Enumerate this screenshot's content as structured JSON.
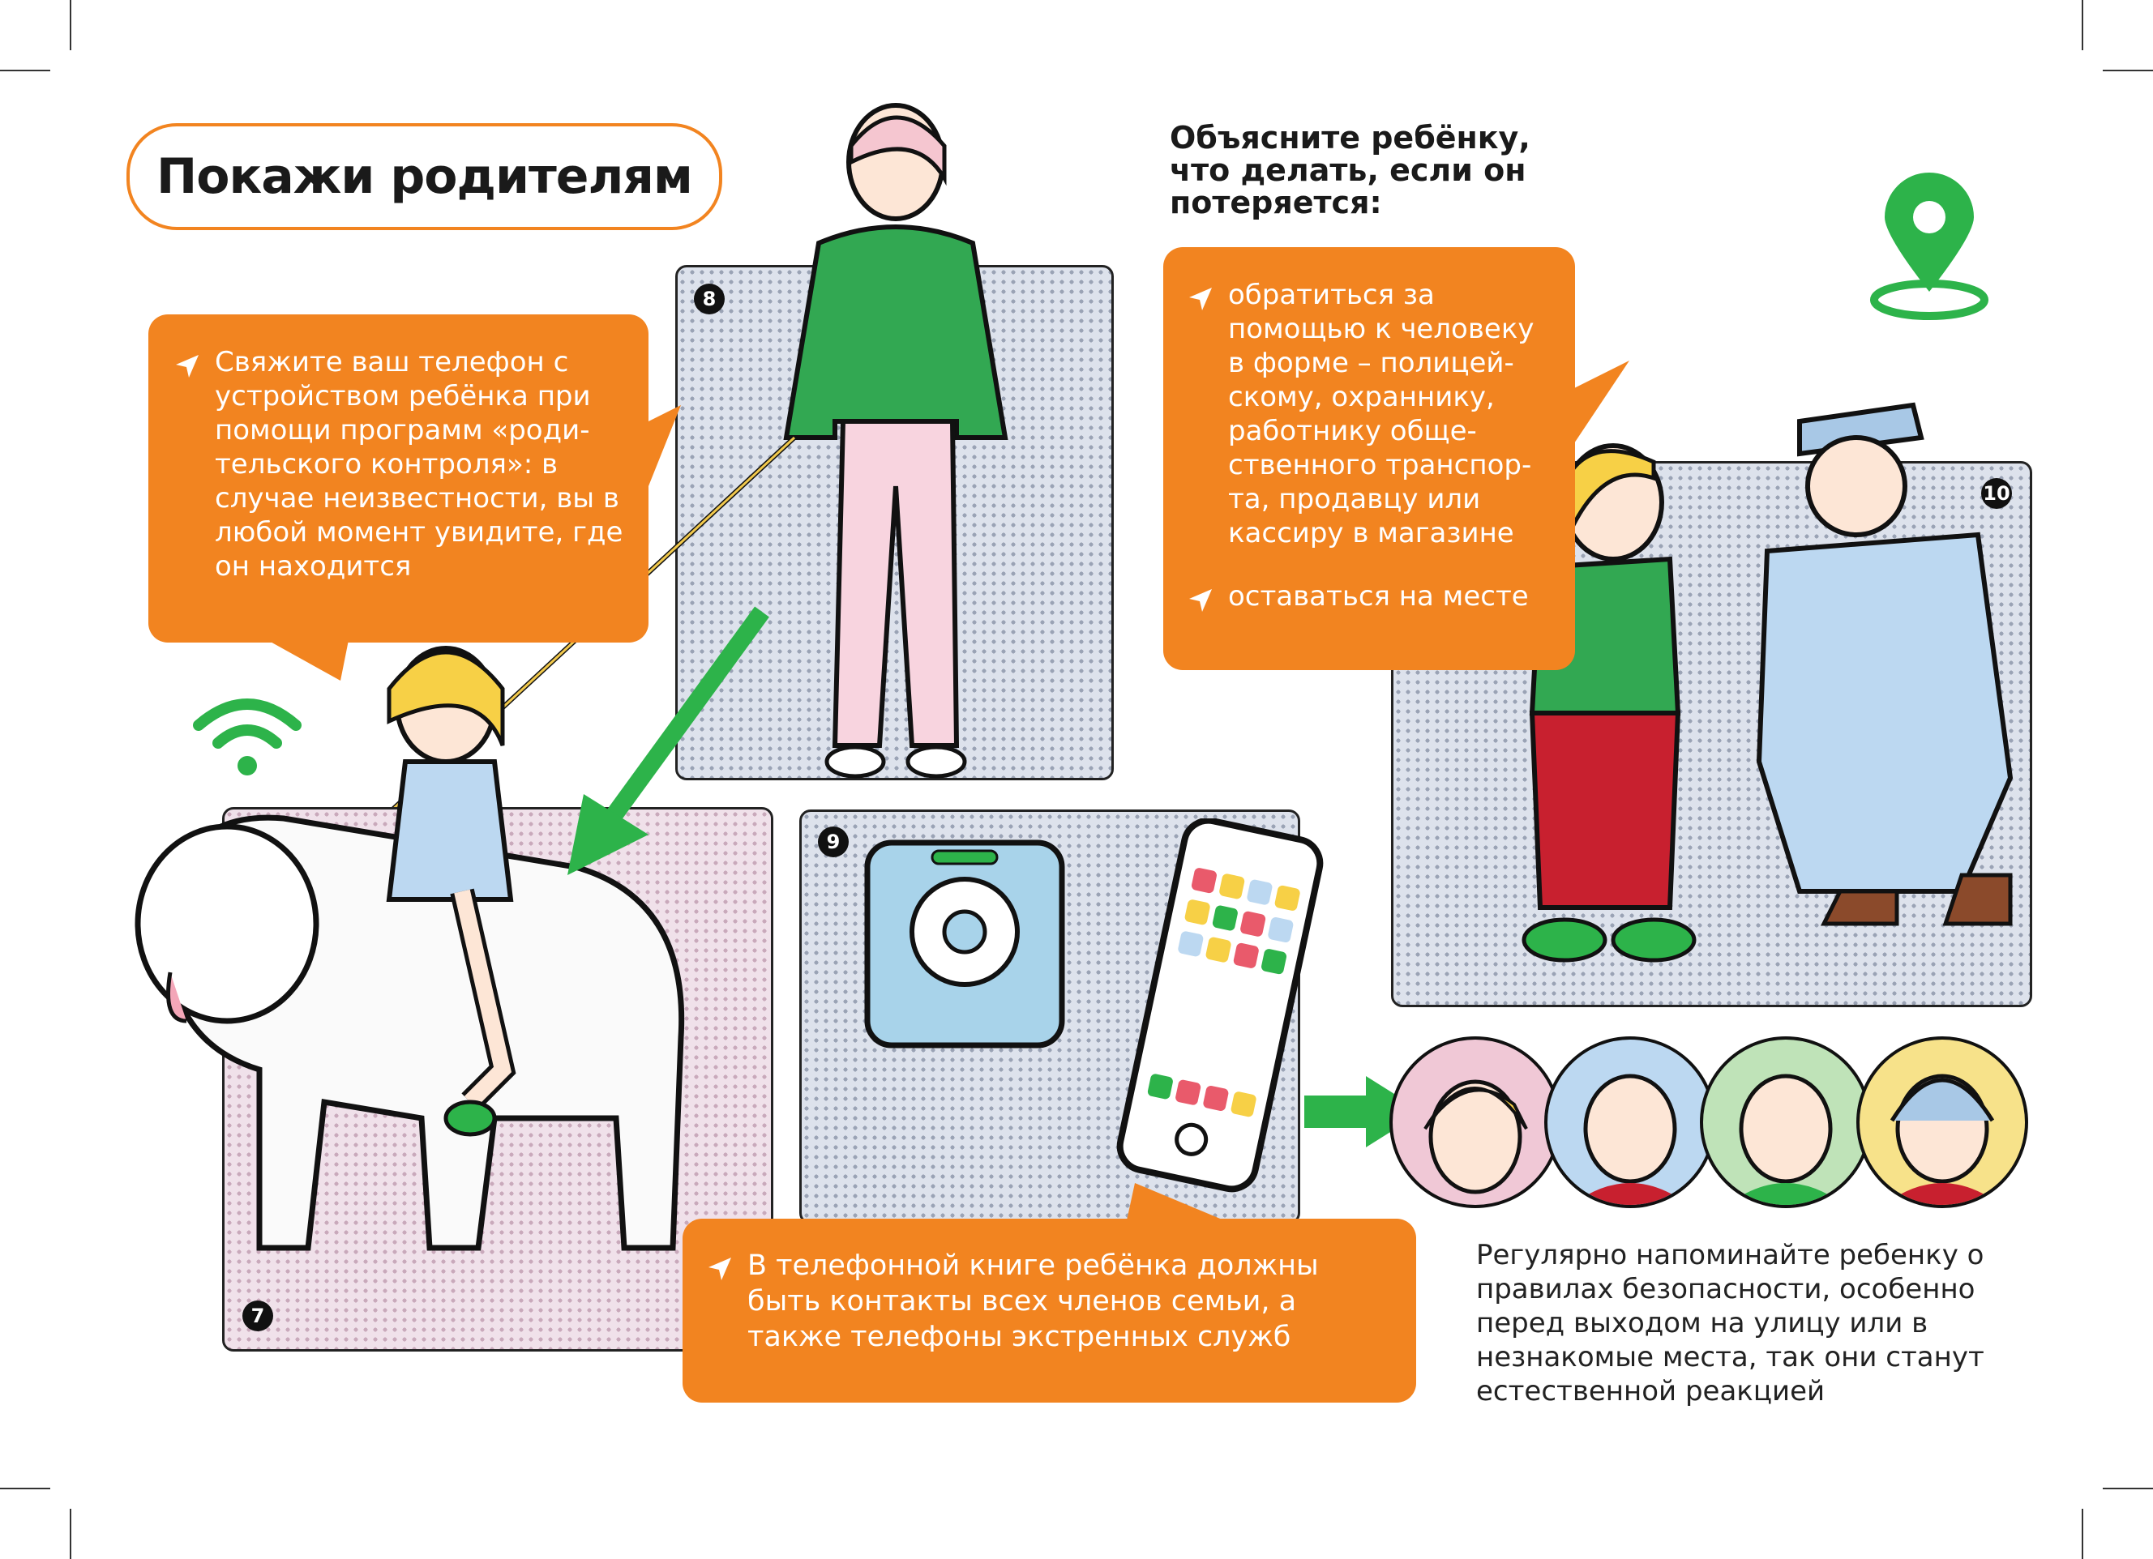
{
  "title": "Покажи родителям",
  "bubble_parent_control": {
    "text": "Свяжите ваш телефон с устройством ребёнка при помощи программ «роди-тельского контроля»: в случае неизвестности, вы в любой момент увидите, где он находится"
  },
  "lost_heading": "Объясните ребёнку, что делать, если он потеряется:",
  "lost_tips": [
    "обратиться за помощью к человеку в форме – полицей-скому, охраннику, работнику обще-ственного транспор-та, продавцу или кассиру в магазине",
    "оставаться на месте"
  ],
  "contacts_bubble": "В телефонной книге ребёнка должны быть контакты всех членов семьи, а также телефоны экстренных служб",
  "reminder_note": "Регулярно напоминайте ребенку о правилах безопасности, особенно перед выходом на улицу или в незнакомые места, так они станут естественной реакцией",
  "panels": [
    {
      "number": "7"
    },
    {
      "number": "8"
    },
    {
      "number": "9"
    },
    {
      "number": "10"
    }
  ],
  "colors": {
    "accent": "#f28420",
    "green": "#2db34a",
    "text": "#1a1a1a"
  }
}
